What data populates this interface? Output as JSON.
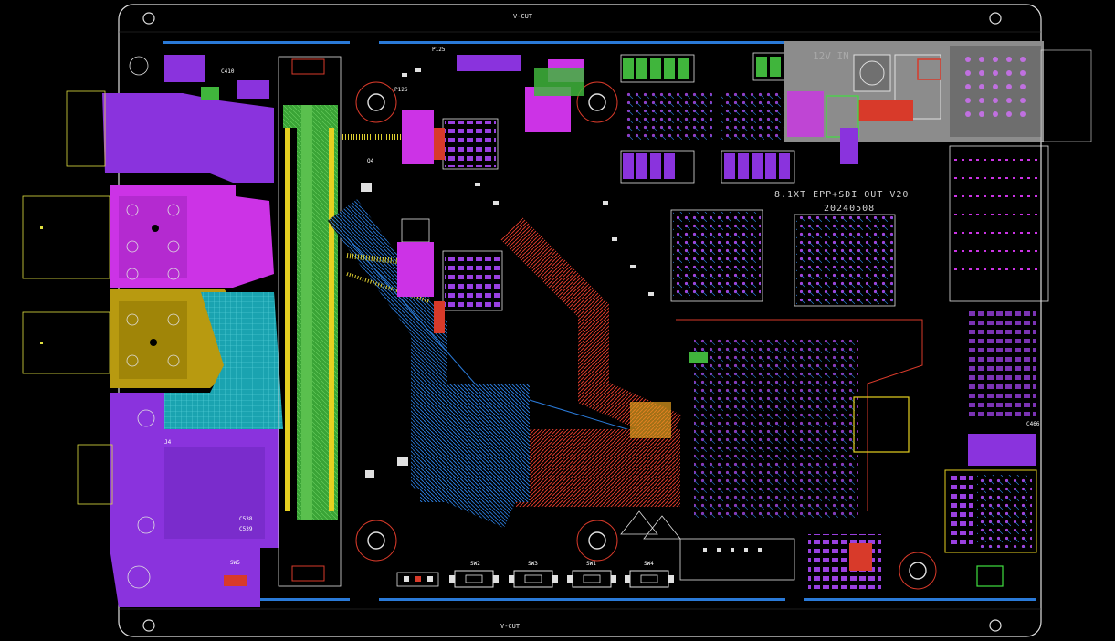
{
  "board": {
    "vcut_top": "V-CUT",
    "vcut_bottom": "V-CUT",
    "name": "8.1XT EPP+SDI OUT V20",
    "date": "20240508",
    "power_label": "12V IN"
  },
  "refdes": {
    "p125": "P125",
    "j4": "J4",
    "q4": "Q4",
    "c539": "C539",
    "c538": "C538",
    "sw5": "SW5",
    "sw2": "SW2",
    "sw3": "SW3",
    "sw1": "SW1",
    "sw4": "SW4",
    "c466": "C466",
    "p126": "P126",
    "c410": "C410"
  },
  "colors": {
    "background": "#000000",
    "outline": "#e0e0e0",
    "magenta_pour": "#cc33e6",
    "purple_pour": "#8a33dd",
    "olive_pour": "#b89a10",
    "cyan_pour": "#21b3c2",
    "green_pour": "#40b53c",
    "gray_pour": "#8c8c8c",
    "red_trace": "#d83a2a",
    "blue_trace": "#2a7ad8",
    "yellow_trace": "#e0d030"
  },
  "icons": {
    "mounting_hole": "circle-hole-icon",
    "tactile_switch": "push-button-icon",
    "connector": "pin-header-icon"
  }
}
